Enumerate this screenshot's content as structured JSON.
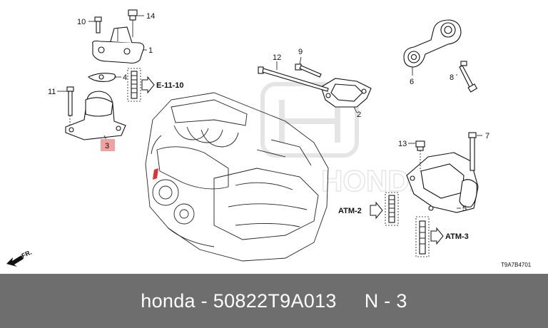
{
  "callouts": {
    "n1": "1",
    "n2": "2",
    "n3": "3",
    "n4": "4",
    "n5": "5",
    "n6": "6",
    "n7": "7",
    "n8": "8",
    "n9": "9",
    "n10": "10",
    "n11": "11",
    "n12": "12",
    "n13": "13",
    "n14": "14"
  },
  "refs": {
    "e11_10": "E-11-10",
    "atm2": "ATM-2",
    "atm3": "ATM-3",
    "front": "FR."
  },
  "diagram_code": "T9A7B4701",
  "colors": {
    "highlight": "#f2a0a0",
    "footer_bg": "#6e6e6e"
  },
  "footer": {
    "caption": "honda - 50822T9A013     N - 3"
  }
}
